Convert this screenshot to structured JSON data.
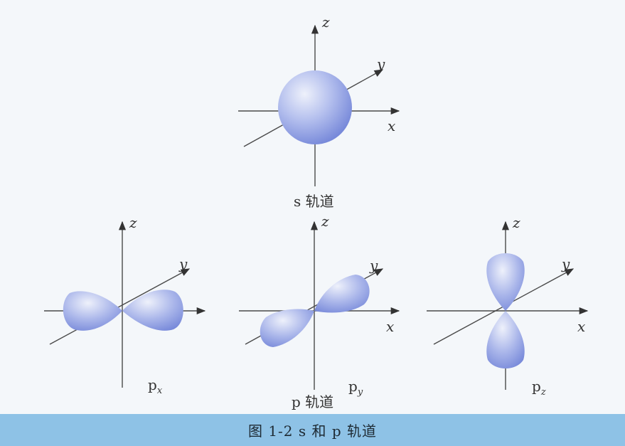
{
  "diagram": {
    "s_label": "s 轨道",
    "p_label": "p 轨道",
    "axes": {
      "x": "x",
      "y": "y",
      "z": "z"
    },
    "px_main": "p",
    "px_sub": "x",
    "py_main": "p",
    "py_sub": "y",
    "pz_main": "p",
    "pz_sub": "z"
  },
  "caption": {
    "text": "图 1-2   s 和 p 轨道"
  },
  "colors": {
    "orbital_light": "#eef1fb",
    "orbital_mid": "#a9b5ea",
    "orbital_dark": "#6c7fd6",
    "caption_band": "#8ec2e6",
    "background": "#f4f7fa"
  }
}
